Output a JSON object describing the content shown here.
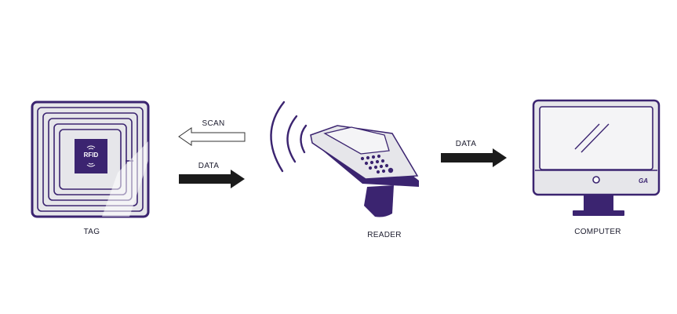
{
  "diagram": {
    "tag": {
      "label": "TAG",
      "chip_text": "RFID"
    },
    "reader": {
      "label": "READER"
    },
    "computer": {
      "label": "COMPUTER",
      "badge_text": "GA"
    },
    "arrows": {
      "scan_label": "SCAN",
      "tag_data_label": "DATA",
      "reader_data_label": "DATA"
    },
    "colors": {
      "purple": "#3b2470",
      "panel": "#e6e6ea",
      "arrow": "#1b1b1b",
      "screen": "#f4f4f6"
    }
  }
}
